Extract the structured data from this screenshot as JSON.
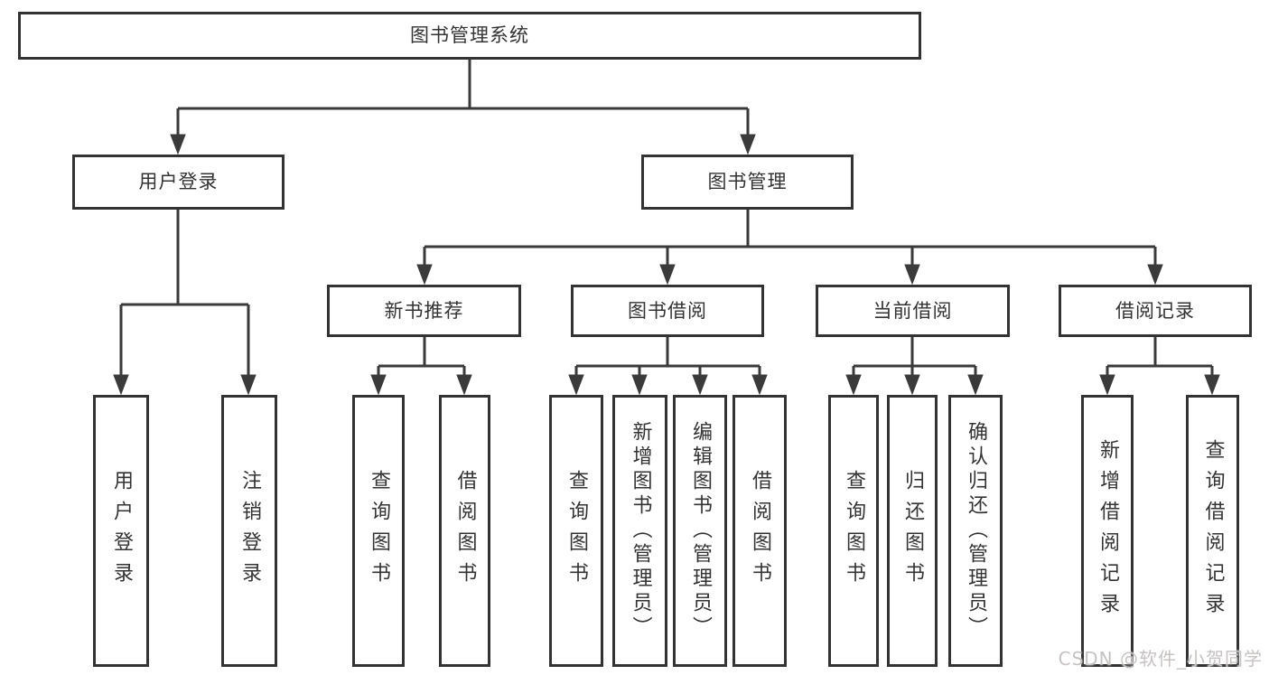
{
  "tree": {
    "root": {
      "label": "图书管理系统"
    },
    "user_login": {
      "label": "用户登录",
      "children": [
        {
          "label": "用户登录"
        },
        {
          "label": "注销登录"
        }
      ]
    },
    "book_management": {
      "label": "图书管理",
      "children": [
        {
          "label": "新书推荐",
          "children": [
            {
              "label": "查询图书"
            },
            {
              "label": "借阅图书"
            }
          ]
        },
        {
          "label": "图书借阅",
          "children": [
            {
              "label": "查询图书"
            },
            {
              "label": "新增图书（管理员）"
            },
            {
              "label": "编辑图书（管理员）"
            },
            {
              "label": "借阅图书"
            }
          ]
        },
        {
          "label": "当前借阅",
          "children": [
            {
              "label": "查询图书"
            },
            {
              "label": "归还图书"
            },
            {
              "label": "确认归还（管理员）"
            }
          ]
        },
        {
          "label": "借阅记录",
          "children": [
            {
              "label": "新增借阅记录"
            },
            {
              "label": "查询借阅记录"
            }
          ]
        }
      ]
    }
  },
  "colors": {
    "line": "#3a3a3a",
    "border": "#333333",
    "text": "#333333"
  },
  "watermark": {
    "text": "CSDN @软件_小贺同学"
  }
}
